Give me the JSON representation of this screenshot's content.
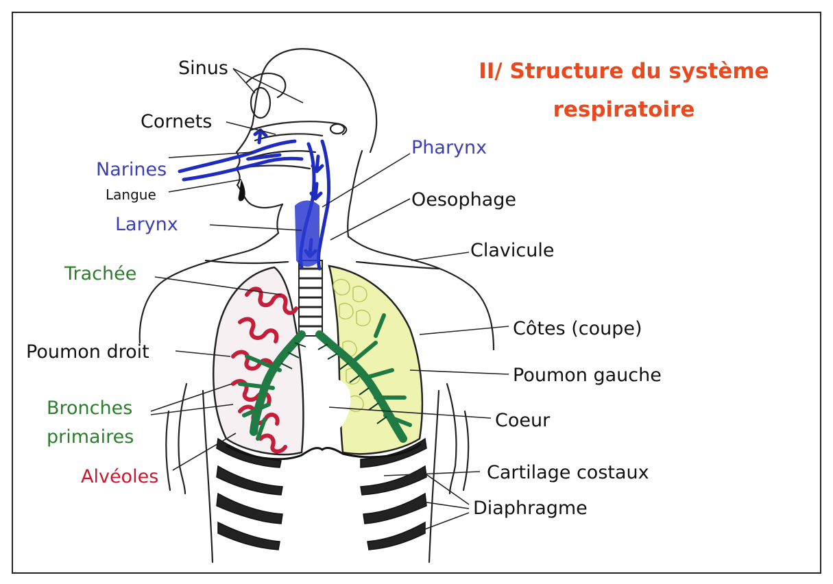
{
  "title": {
    "line1": "II/ Structure du système",
    "line2": "respiratoire"
  },
  "labels": {
    "sinus": "Sinus",
    "cornets": "Cornets",
    "narines": "Narines",
    "langue": "Langue",
    "larynx": "Larynx",
    "trachee": "Trachée",
    "poumon_droit": "Poumon droit",
    "bronches_1": "Bronches",
    "bronches_2": "primaires",
    "alveoles": "Alvéoles",
    "pharynx": "Pharynx",
    "oesophage": "Oesophage",
    "clavicule": "Clavicule",
    "cotes": "Côtes (coupe)",
    "poumon_gauche": "Poumon gauche",
    "coeur": "Coeur",
    "cartilage": "Cartilage costaux",
    "diaphragme": "Diaphragme"
  },
  "colors": {
    "title": "#e8491f",
    "black": "#111111",
    "blue": "#3a3fb8",
    "green": "#2a7d2a",
    "red": "#d0142c",
    "lung_fill": "#eef4b0",
    "alveoli": "#c41e3a",
    "bronchi": "#1f7a44"
  }
}
